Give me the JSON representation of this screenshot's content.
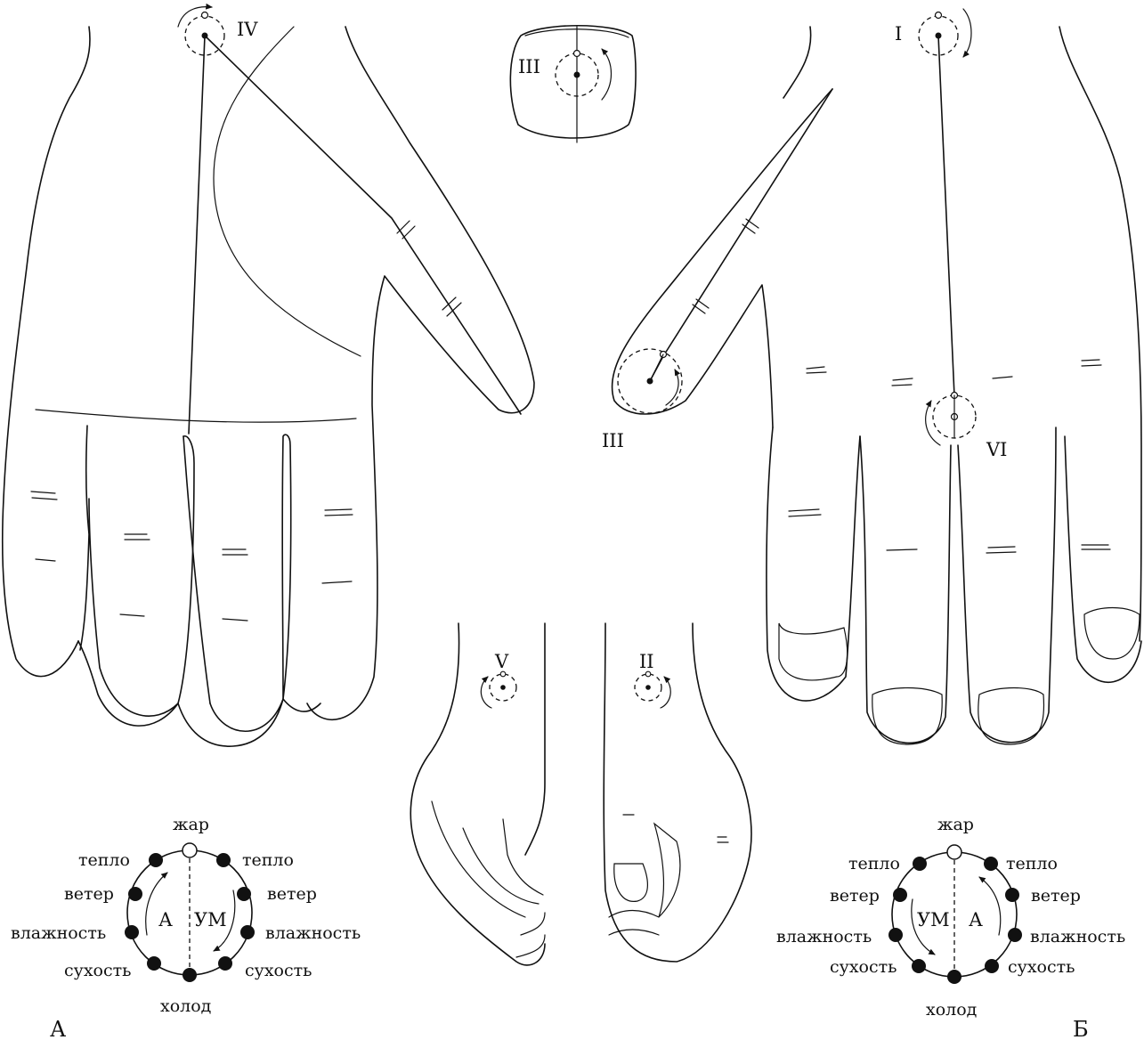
{
  "panels": {
    "left": "А",
    "right": "Б"
  },
  "points": {
    "p1": "I",
    "p2": "II",
    "p3_thumb": "III",
    "p3_nail": "III",
    "p4": "IV",
    "p5": "V",
    "p6": "VI"
  },
  "legend_left": {
    "top": "жар",
    "bottom": "холод",
    "left": [
      "тепло",
      "ветер",
      "влажность",
      "сухость"
    ],
    "right": [
      "тепло",
      "ветер",
      "влажность",
      "сухость"
    ],
    "inner_left": "А",
    "inner_right": "УМ"
  },
  "legend_right": {
    "top": "жар",
    "bottom": "холод",
    "left": [
      "тепло",
      "ветер",
      "влажность",
      "сухость"
    ],
    "right": [
      "тепло",
      "ветер",
      "влажность",
      "сухость"
    ],
    "inner_left": "УМ",
    "inner_right": "А"
  },
  "colors": {
    "ink": "#111111",
    "paper": "#ffffff"
  }
}
